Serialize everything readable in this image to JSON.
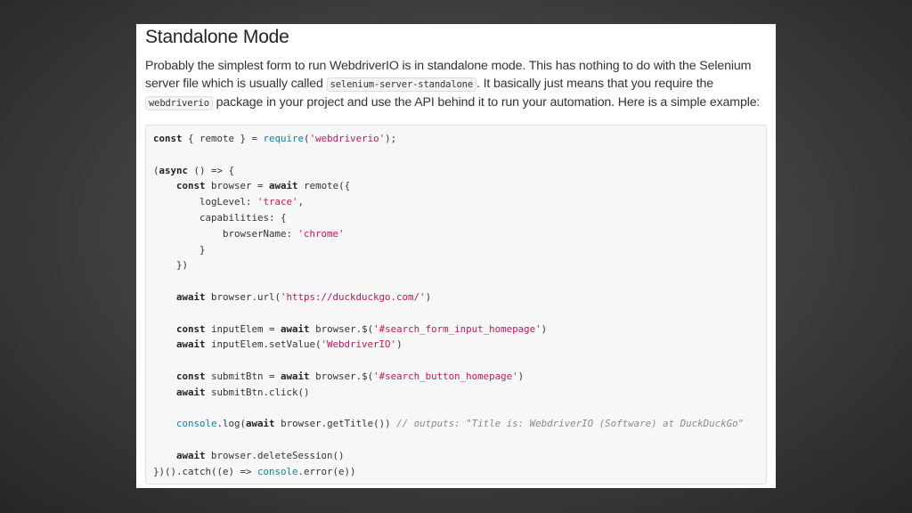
{
  "heading": "Standalone Mode",
  "intro": {
    "part1": "Probably the simplest form to run WebdriverIO is in standalone mode. This has nothing to do with the Selenium server file which is usually called ",
    "code1": "selenium-server-standalone",
    "part2": ". It basically just means that you require the ",
    "code2": "webdriverio",
    "part3": " package in your project and use the API behind it to run your automation. Here is a simple example:"
  },
  "code_lines": [
    [
      {
        "t": "const",
        "c": "kw"
      },
      {
        "t": " { remote } = "
      },
      {
        "t": "require",
        "c": "fn"
      },
      {
        "t": "("
      },
      {
        "t": "'webdriverio'",
        "c": "str"
      },
      {
        "t": ");"
      }
    ],
    [],
    [
      {
        "t": "("
      },
      {
        "t": "async",
        "c": "kw"
      },
      {
        "t": " () => {"
      }
    ],
    [
      {
        "t": "    "
      },
      {
        "t": "const",
        "c": "kw"
      },
      {
        "t": " browser = "
      },
      {
        "t": "await",
        "c": "kw"
      },
      {
        "t": " remote({"
      }
    ],
    [
      {
        "t": "        logLevel: "
      },
      {
        "t": "'trace'",
        "c": "str"
      },
      {
        "t": ","
      }
    ],
    [
      {
        "t": "        capabilities: {"
      }
    ],
    [
      {
        "t": "            browserName: "
      },
      {
        "t": "'chrome'",
        "c": "str"
      }
    ],
    [
      {
        "t": "        }"
      }
    ],
    [
      {
        "t": "    })"
      }
    ],
    [],
    [
      {
        "t": "    "
      },
      {
        "t": "await",
        "c": "kw"
      },
      {
        "t": " browser.url("
      },
      {
        "t": "'https://duckduckgo.com/'",
        "c": "str"
      },
      {
        "t": ")"
      }
    ],
    [],
    [
      {
        "t": "    "
      },
      {
        "t": "const",
        "c": "kw"
      },
      {
        "t": " inputElem = "
      },
      {
        "t": "await",
        "c": "kw"
      },
      {
        "t": " browser.$("
      },
      {
        "t": "'#search_form_input_homepage'",
        "c": "str"
      },
      {
        "t": ")"
      }
    ],
    [
      {
        "t": "    "
      },
      {
        "t": "await",
        "c": "kw"
      },
      {
        "t": " inputElem.setValue("
      },
      {
        "t": "'WebdriverIO'",
        "c": "str"
      },
      {
        "t": ")"
      }
    ],
    [],
    [
      {
        "t": "    "
      },
      {
        "t": "const",
        "c": "kw"
      },
      {
        "t": " submitBtn = "
      },
      {
        "t": "await",
        "c": "kw"
      },
      {
        "t": " browser.$("
      },
      {
        "t": "'#search_button_homepage'",
        "c": "str"
      },
      {
        "t": ")"
      }
    ],
    [
      {
        "t": "    "
      },
      {
        "t": "await",
        "c": "kw"
      },
      {
        "t": " submitBtn.click()"
      }
    ],
    [],
    [
      {
        "t": "    "
      },
      {
        "t": "console",
        "c": "fn"
      },
      {
        "t": ".log("
      },
      {
        "t": "await",
        "c": "kw"
      },
      {
        "t": " browser.getTitle()) "
      },
      {
        "t": "// outputs: \"Title is: WebdriverIO (Software) at DuckDuckGo\"",
        "c": "cm"
      }
    ],
    [],
    [
      {
        "t": "    "
      },
      {
        "t": "await",
        "c": "kw"
      },
      {
        "t": " browser.deleteSession()"
      }
    ],
    [
      {
        "t": "})().catch((e) => "
      },
      {
        "t": "console",
        "c": "fn"
      },
      {
        "t": ".error(e))"
      }
    ]
  ]
}
